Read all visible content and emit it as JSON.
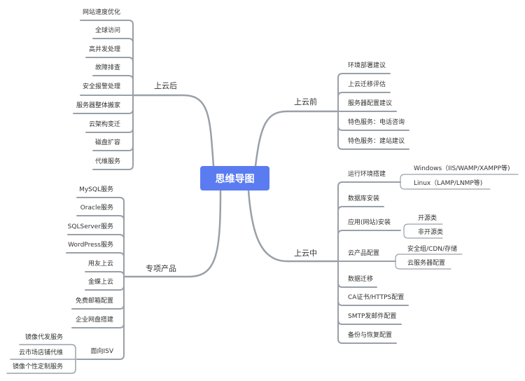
{
  "center": "思维导图",
  "branches": {
    "after": {
      "label": "上云后",
      "children": [
        "网站速度优化",
        "全球访问",
        "高并发处理",
        "故障排查",
        "安全报警处理",
        "服务器整体搬家",
        "云架构变迁",
        "磁盘扩容",
        "代维服务"
      ]
    },
    "special": {
      "label": "专项产品",
      "children": [
        "MySQL服务",
        "Oracle服务",
        "SQLServer服务",
        "WordPress服务",
        "用友上云",
        "金蝶上云",
        "免费邮箱配置",
        "企业网盘搭建"
      ],
      "isv": {
        "label": "面向ISV",
        "children": [
          "镜像代发服务",
          "云市场店铺代维",
          "镜像个性定制服务"
        ]
      }
    },
    "before": {
      "label": "上云前",
      "children": [
        "环境部署建议",
        "上云迁移评估",
        "服务器配置建议",
        "特色服务：电话咨询",
        "特色服务：建站建议"
      ]
    },
    "during": {
      "label": "上云中",
      "children": [
        {
          "label": "运行环境搭建",
          "children": [
            "Windows（IIS/WAMP/XAMPP等)",
            "Linux（LAMP/LNMP等)"
          ]
        },
        {
          "label": "数据库安装"
        },
        {
          "label": "应用(网站)安装",
          "children": [
            "开源类",
            "非开源类"
          ]
        },
        {
          "label": "云产品配置",
          "children": [
            "安全组/CDN/存储",
            "云服务器配置"
          ]
        },
        {
          "label": "数据迁移"
        },
        {
          "label": "CA证书/HTTPS配置"
        },
        {
          "label": "SMTP发邮件配置"
        },
        {
          "label": "备份与恢复配置"
        }
      ]
    }
  },
  "colors": {
    "center": "#5b7cf0",
    "line": "#9aa0a8"
  }
}
